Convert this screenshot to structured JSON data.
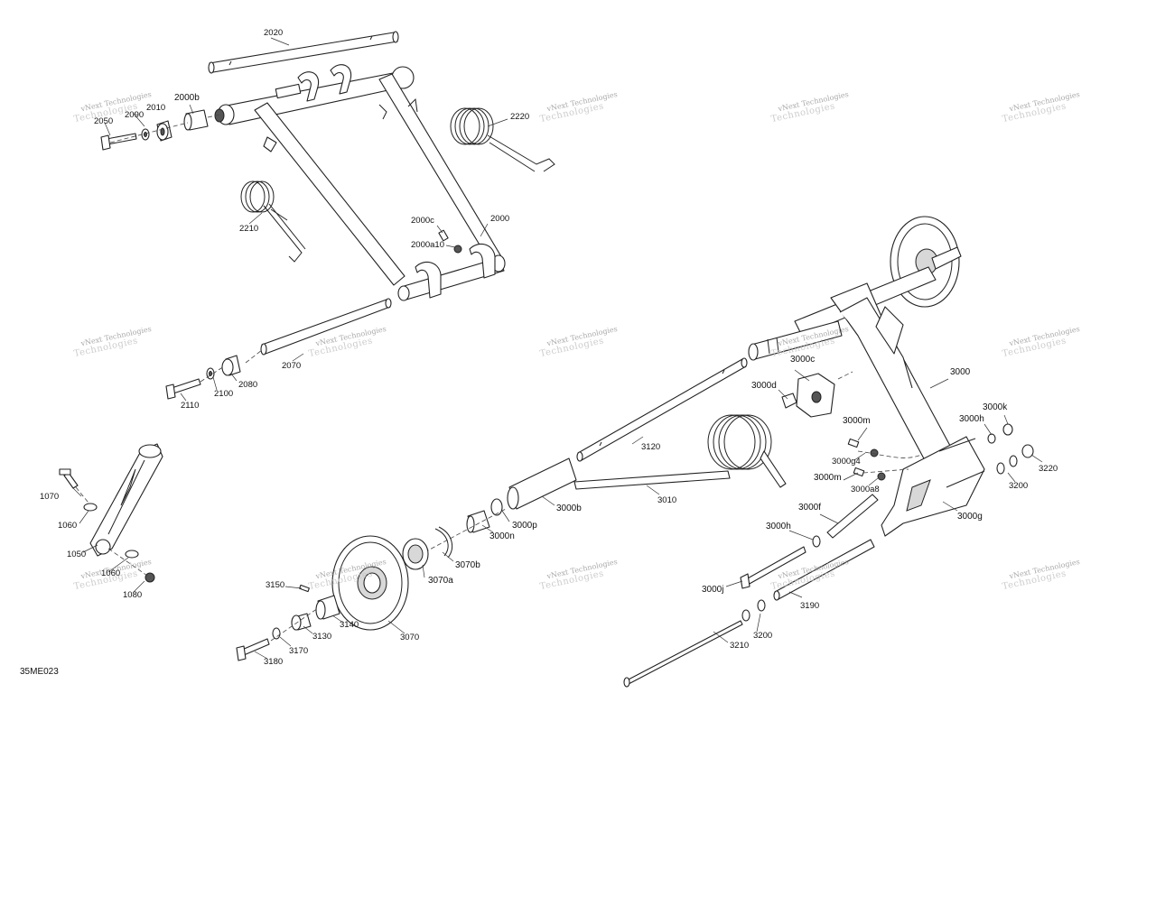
{
  "diagram_ref": "35ME023",
  "watermark_text": "vNext Technologies",
  "callouts": {
    "c2020": "2020",
    "c2000b": "2000b",
    "c2010": "2010",
    "c2050": "2050",
    "c2090": "2090",
    "c2220": "2220",
    "c2210": "2210",
    "c2000c": "2000c",
    "c2000a10": "2000a10",
    "c2000": "2000",
    "c2070": "2070",
    "c2080": "2080",
    "c2100": "2100",
    "c2110": "2110",
    "c1070": "1070",
    "c1060a": "1060",
    "c1050": "1050",
    "c1060b": "1060",
    "c1080": "1080",
    "c3000c": "3000c",
    "c3000d": "3000d",
    "c3000": "3000",
    "c3000k": "3000k",
    "c3000h_top": "3000h",
    "c3000m_top": "3000m",
    "c3000g4": "3000g4",
    "c3000m_mid": "3000m",
    "c3000a8": "3000a8",
    "c3220": "3220",
    "c3200_right": "3200",
    "c3000g": "3000g",
    "c3000f": "3000f",
    "c3000h_mid": "3000h",
    "c3000j": "3000j",
    "c3190": "3190",
    "c3200_low": "3200",
    "c3210": "3210",
    "c3120": "3120",
    "c3010": "3010",
    "c3000b": "3000b",
    "c3000p": "3000p",
    "c3000n": "3000n",
    "c3070b": "3070b",
    "c3070a": "3070a",
    "c3070": "3070",
    "c3150": "3150",
    "c3140": "3140",
    "c3130": "3130",
    "c3170": "3170",
    "c3180": "3180"
  }
}
